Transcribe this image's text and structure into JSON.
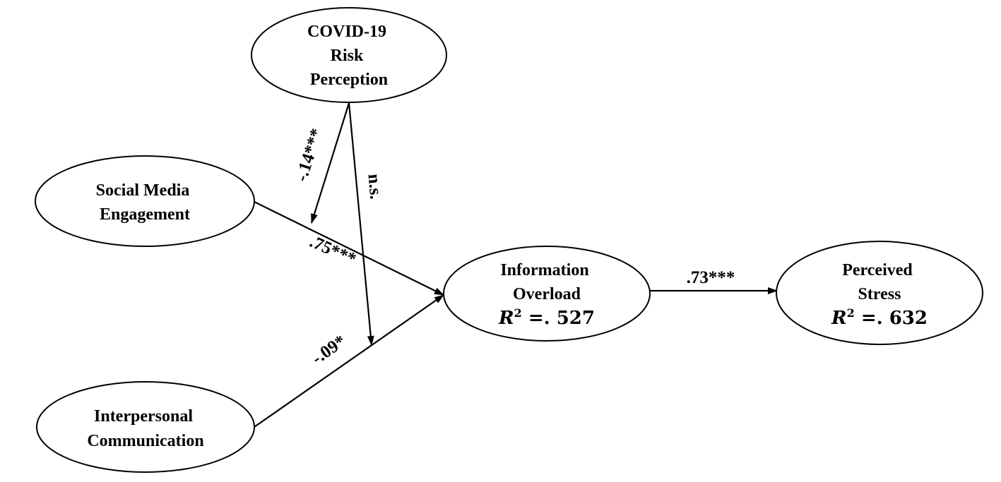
{
  "nodes": {
    "covid_risk": {
      "lines": [
        "COVID-19",
        "Risk",
        "Perception"
      ]
    },
    "social_media": {
      "lines": [
        "Social Media",
        "Engagement"
      ]
    },
    "interpersonal": {
      "lines": [
        "Interpersonal",
        "Communication"
      ]
    },
    "info_overload": {
      "lines": [
        "Information",
        "Overload"
      ],
      "r2_symbol": "R",
      "r2_power": "2",
      "r2_value": " =. 527"
    },
    "perceived_stress": {
      "lines": [
        "Perceived",
        "Stress"
      ],
      "r2_symbol": "R",
      "r2_power": "2",
      "r2_value": " =. 632"
    }
  },
  "edges": {
    "social_to_overload": {
      "label": ".75***"
    },
    "interpersonal_to_overload": {
      "label": "-.09*"
    },
    "overload_to_stress": {
      "label": ".73***"
    },
    "covid_moderates_social": {
      "label": "-.14***"
    },
    "covid_moderates_interpersonal": {
      "label": "n.s."
    }
  }
}
